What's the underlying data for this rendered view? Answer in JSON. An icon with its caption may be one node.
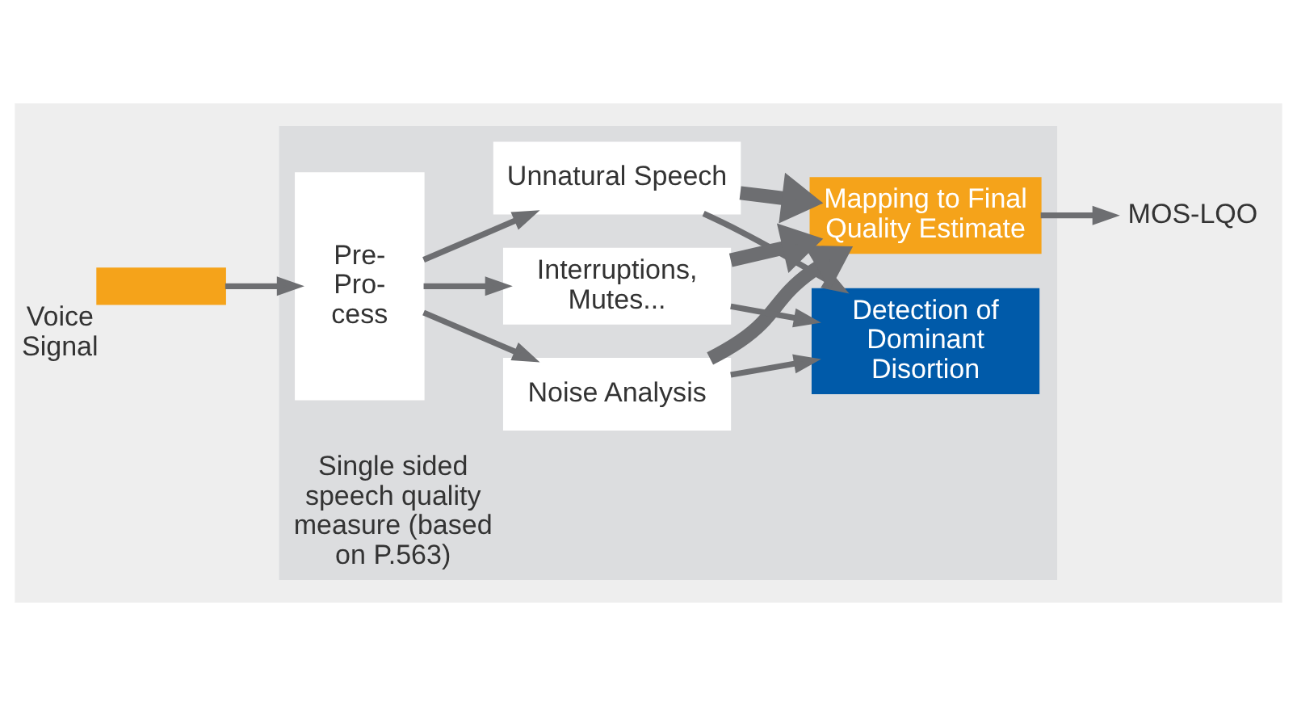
{
  "diagram": {
    "nodes": [
      {
        "text": [
          "Single sided speech quality measure (based on P.563)"
        ]
      },
      {
        "text": [],
        "shape": "box",
        "beside": [
          "Voice Signal"
        ]
      },
      {
        "text": [
          "Pre- Pro- cess"
        ],
        "in": 0
      },
      {
        "text": [
          "Unnatural Speech"
        ],
        "in": 0
      },
      {
        "text": [
          "Noise Analysis"
        ],
        "in": 0
      },
      {
        "text": [
          "Interruptions, Mutes..."
        ],
        "in": 0
      },
      {
        "text": [
          "Detection of Dominant Disortion"
        ],
        "in": 0
      },
      {
        "text": [
          "Mapping to Final Quality Estimate"
        ],
        "in": 0
      },
      {
        "text": [
          "MOS-LQO"
        ]
      }
    ],
    "edges": [
      {
        "from": 1,
        "to": 2,
        "arrow": "to"
      },
      {
        "from": 2,
        "to": 3,
        "arrow": "to"
      },
      {
        "from": 2,
        "to": 4,
        "arrow": "to"
      },
      {
        "from": 2,
        "to": 5,
        "arrow": "to"
      },
      {
        "from": 3,
        "to": 6,
        "arrow": "to"
      },
      {
        "from": 4,
        "to": 6,
        "arrow": "to"
      },
      {
        "from": 5,
        "to": 6,
        "arrow": "to"
      },
      {
        "from": 5,
        "to": 7,
        "arrow": "to",
        "style": "thick"
      },
      {
        "from": 4,
        "to": 7,
        "arrow": "to",
        "style": "thick"
      },
      {
        "from": 3,
        "to": 7,
        "arrow": "to",
        "style": "thick"
      },
      {
        "from": 7,
        "to": 8,
        "arrow": "to"
      }
    ]
  }
}
